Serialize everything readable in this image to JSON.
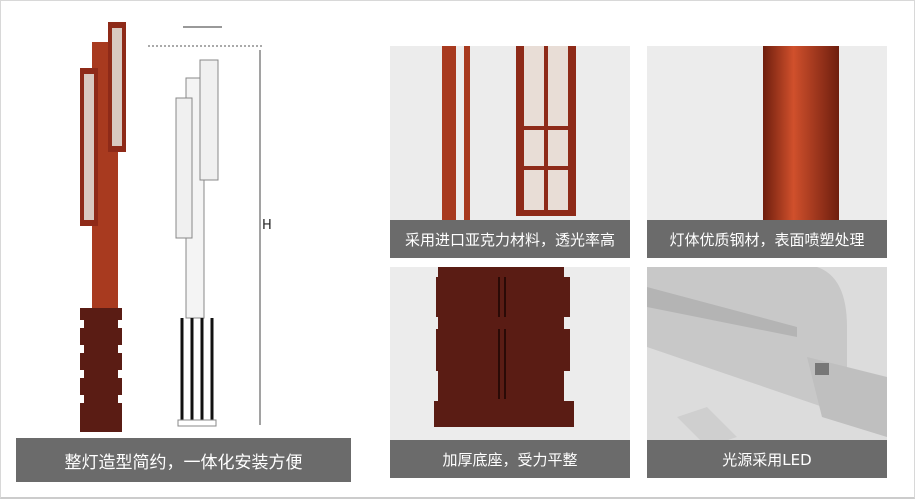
{
  "left": {
    "dimension_label": "H",
    "caption": "整灯造型简约，一体化安装方便"
  },
  "panels": [
    {
      "caption": "采用进口亚克力材料，透光率高"
    },
    {
      "caption": "灯体优质钢材，表面喷塑处理"
    },
    {
      "caption": "加厚底座，受力平整"
    },
    {
      "caption": "光源采用LED"
    }
  ],
  "colors": {
    "lamp_red": "#a83a1f",
    "base_brown": "#5a1c14",
    "caption_bg": "#6b6b6b"
  }
}
